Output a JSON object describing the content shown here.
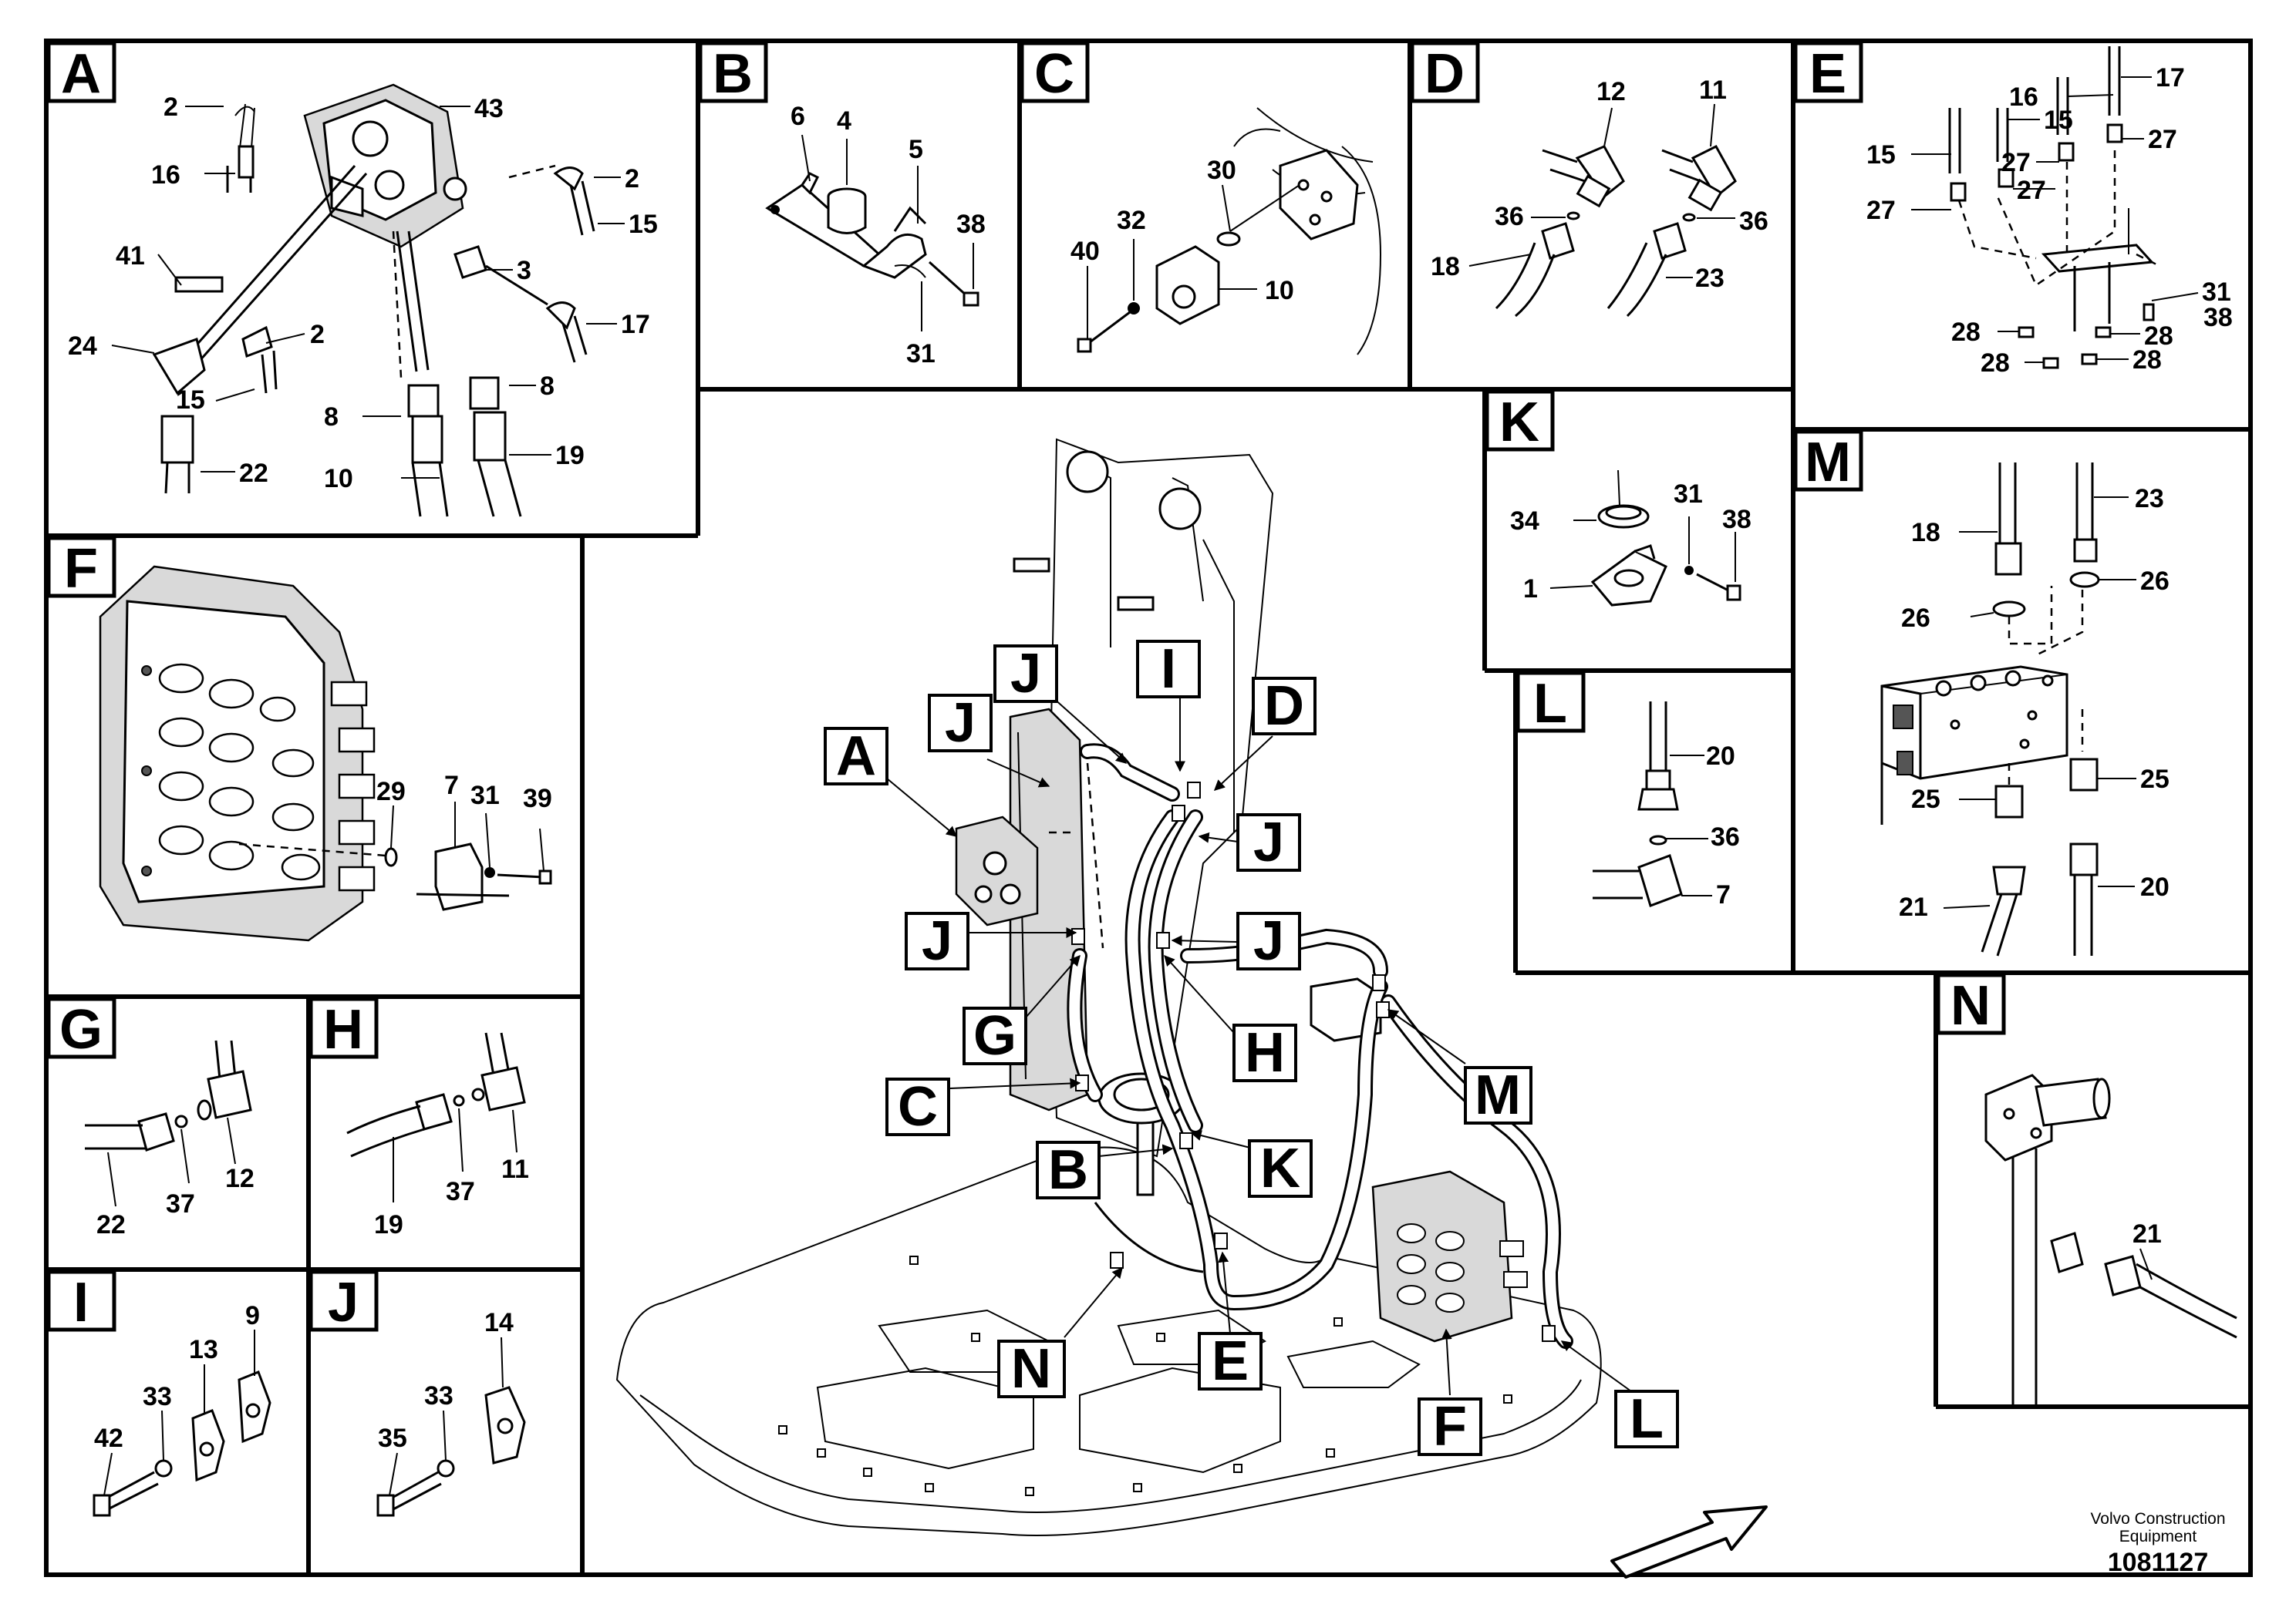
{
  "panels": {
    "A": {
      "letter": "A",
      "parts": [
        "2",
        "43",
        "16",
        "2",
        "15",
        "41",
        "3",
        "24",
        "2",
        "17",
        "15",
        "8",
        "8",
        "22",
        "10",
        "19"
      ]
    },
    "B": {
      "letter": "B",
      "parts": [
        "6",
        "4",
        "5",
        "38",
        "31"
      ]
    },
    "C": {
      "letter": "C",
      "parts": [
        "30",
        "32",
        "40",
        "10"
      ]
    },
    "D": {
      "letter": "D",
      "parts": [
        "12",
        "11",
        "36",
        "36",
        "18",
        "23"
      ]
    },
    "E": {
      "letter": "E",
      "parts": [
        "17",
        "16",
        "15",
        "27",
        "15",
        "27",
        "27",
        "27",
        "31",
        "38",
        "28",
        "28",
        "28",
        "28"
      ]
    },
    "F": {
      "letter": "F",
      "parts": [
        "29",
        "7",
        "31",
        "39"
      ]
    },
    "G": {
      "letter": "G",
      "parts": [
        "37",
        "12",
        "22"
      ]
    },
    "H": {
      "letter": "H",
      "parts": [
        "37",
        "11",
        "19"
      ]
    },
    "I": {
      "letter": "I",
      "parts": [
        "9",
        "13",
        "33",
        "42"
      ]
    },
    "J": {
      "letter": "J",
      "parts": [
        "14",
        "33",
        "35"
      ]
    },
    "K": {
      "letter": "K",
      "parts": [
        "34",
        "31",
        "38",
        "1"
      ]
    },
    "L": {
      "letter": "L",
      "parts": [
        "20",
        "36",
        "7"
      ]
    },
    "M": {
      "letter": "M",
      "parts": [
        "18",
        "23",
        "26",
        "26",
        "25",
        "25",
        "21",
        "20"
      ]
    },
    "N": {
      "letter": "N",
      "parts": [
        "21"
      ]
    }
  },
  "callouts": [
    "J",
    "I",
    "D",
    "J",
    "A",
    "J",
    "J",
    "J",
    "G",
    "H",
    "C",
    "K",
    "B",
    "M",
    "E",
    "N",
    "F",
    "L"
  ],
  "footer": {
    "line1": "Volvo Construction",
    "line2": "Equipment",
    "doc_number": "1081127"
  }
}
